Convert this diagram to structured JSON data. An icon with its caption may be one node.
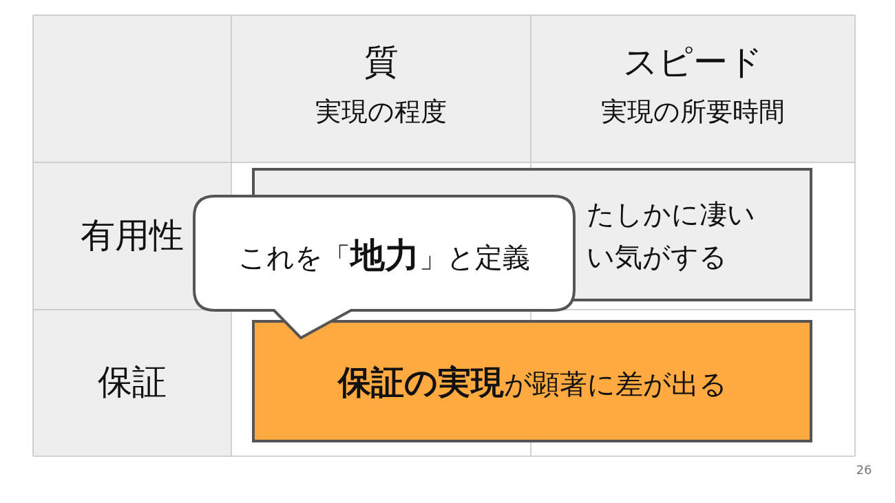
{
  "diagram": {
    "nodes": [
      {
        "text": [
          "たしかに凄いい気がする"
        ]
      },
      {
        "text": [
          "**保証の実現**が顕著に差が出る"
        ]
      },
      {
        "text": [
          "これを「**地力**」と定義"
        ]
      }
    ],
    "labels": [
      "質",
      "実現の程度",
      "スピード",
      "実現の所要時間",
      "有用性",
      "保証",
      "26"
    ]
  }
}
